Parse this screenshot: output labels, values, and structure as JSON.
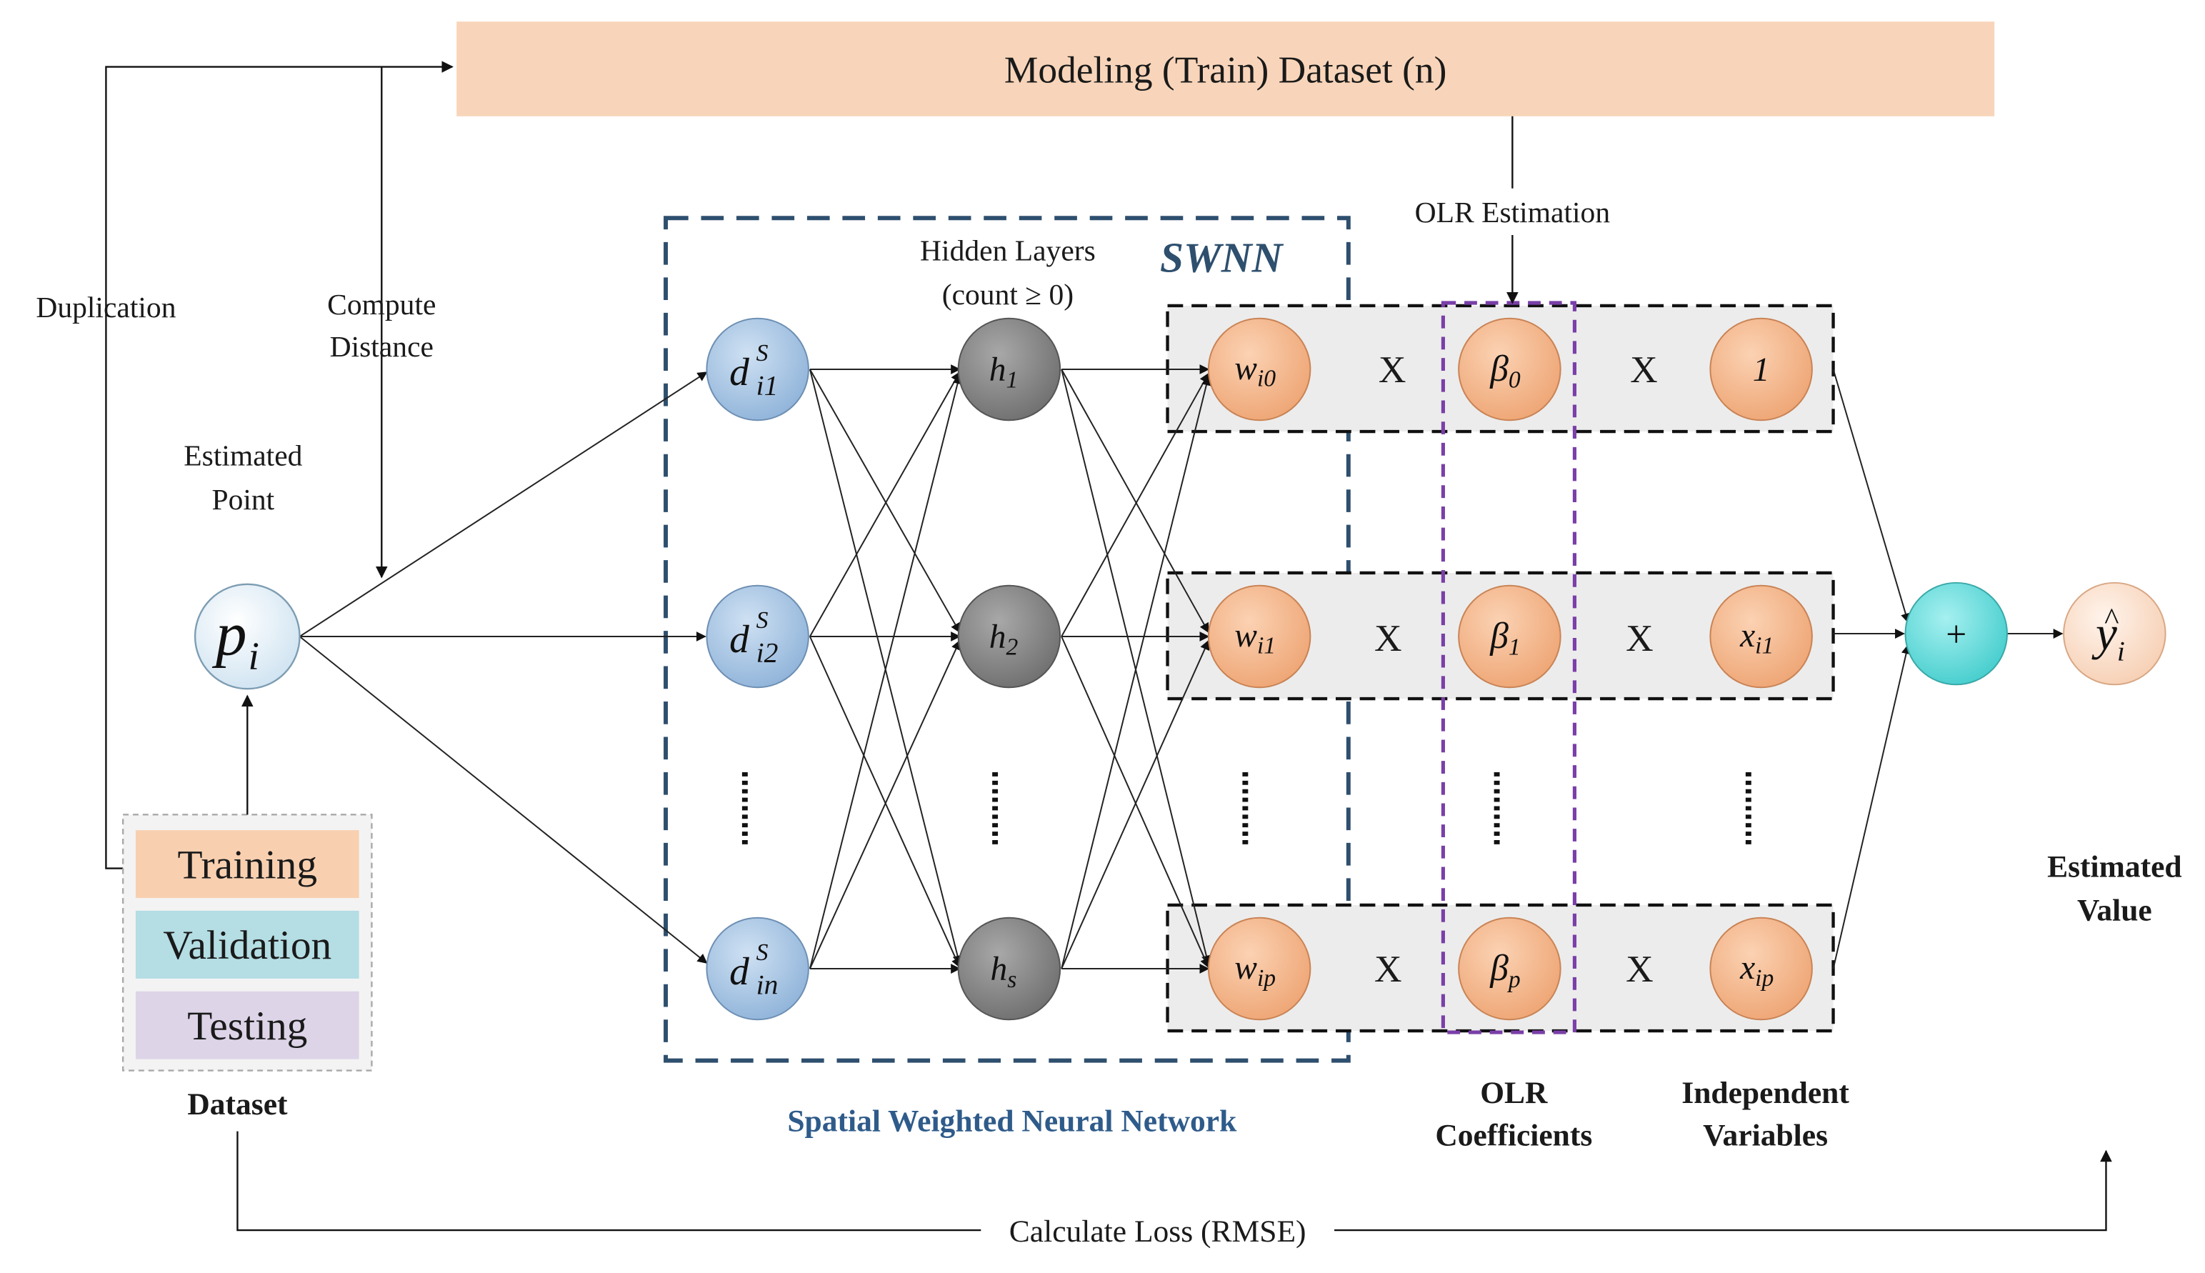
{
  "header": {
    "dataset_title": "Modeling (Train) Dataset (n)"
  },
  "labels": {
    "duplication": "Duplication",
    "compute_distance_1": "Compute",
    "compute_distance_2": "Distance",
    "estimated_point_1": "Estimated",
    "estimated_point_2": "Point",
    "hidden_layers_1": "Hidden Layers",
    "hidden_layers_2": "(count ≥ 0)",
    "swnn": "SWNN",
    "olr_estimation": "OLR Estimation",
    "estimated_value_1": "Estimated",
    "estimated_value_2": "Value",
    "spatial_wnn": "Spatial Weighted Neural Network",
    "olr_coeff_1": "OLR",
    "olr_coeff_2": "Coefficients",
    "indep_vars_1": "Independent",
    "indep_vars_2": "Variables",
    "dataset": "Dataset",
    "calculate_loss": "Calculate Loss (RMSE)"
  },
  "dataset_splits": {
    "training": "Training",
    "validation": "Validation",
    "testing": "Testing"
  },
  "nodes": {
    "p_main": "p",
    "p_sub": "i",
    "d_main": "d",
    "d_sup": "S",
    "d_subs": [
      "i1",
      "i2",
      "in"
    ],
    "h_main": "h",
    "h_subs": [
      "1",
      "2",
      "s"
    ],
    "w_main": "w",
    "w_subs": [
      "i0",
      "i1",
      "ip"
    ],
    "beta_main": "β",
    "beta_subs": [
      "0",
      "1",
      "p"
    ],
    "x_first": "1",
    "x_main": "x",
    "x_subs": [
      "i1",
      "ip"
    ],
    "plus": "+",
    "y_main": "y",
    "y_hat": "^",
    "y_sub": "i"
  },
  "operators": {
    "times": "X"
  },
  "colors": {
    "dataset_bar": "#f8d5ba",
    "training": "#f8d0b0",
    "validation": "#b4dde4",
    "testing": "#ddd4e8",
    "p_node": "#dcecf6",
    "d_node": "#a9c8e6",
    "h_node": "#8e8e8e",
    "orange_node": "#f5b78c",
    "plus_node": "#6fdbdb",
    "y_node": "#fbe1cf",
    "swnn_blue": "#2e4f6e",
    "olr_purple": "#7a3fa8"
  }
}
